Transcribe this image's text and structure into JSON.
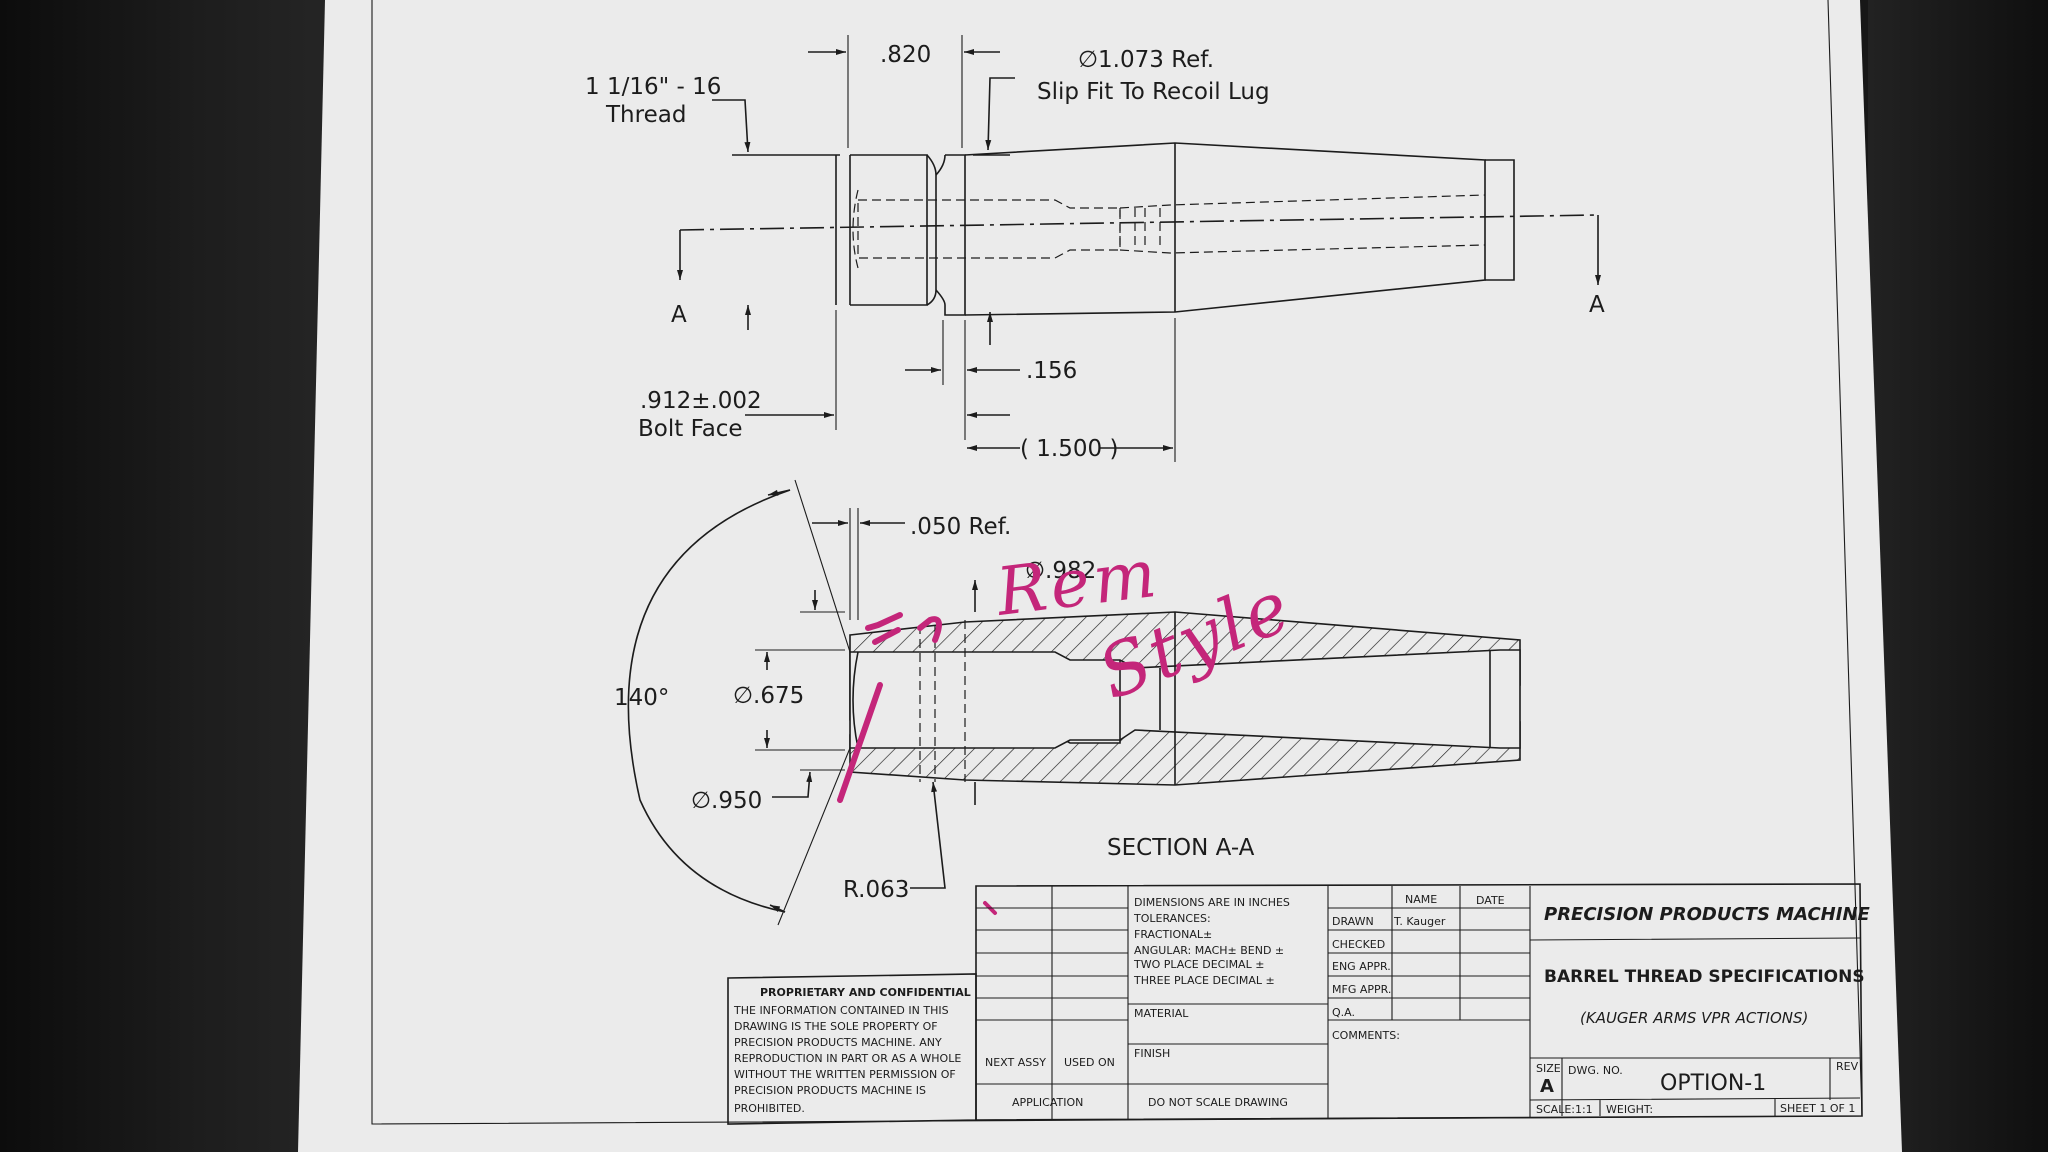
{
  "colors": {
    "paper": "#ebebeb",
    "ink": "#1c1c1c",
    "marker": "#c4267a"
  },
  "view_top": {
    "thread_label_1": "1 1/16\" - 16",
    "thread_label_2": "Thread",
    "dim_820": ".820",
    "slip_1": "∅1.073 Ref.",
    "slip_2": "Slip Fit To Recoil Lug",
    "section_mark_left": "A",
    "section_mark_right": "A",
    "dim_156": ".156",
    "bolt_face_1": ".912±.002",
    "bolt_face_2": "Bolt Face",
    "dim_1500": "( 1.500 )"
  },
  "view_section": {
    "dim_050": ".050 Ref.",
    "dim_982": "∅.982",
    "angle": "140°",
    "dim_675": "∅.675",
    "dim_950": "∅.950",
    "radius": "R.063",
    "title": "SECTION A-A"
  },
  "handwriting": {
    "text_1": "Rem",
    "text_2": "Style"
  },
  "title_block": {
    "company": "PRECISION PRODUCTS MACHINE",
    "title": "BARREL THREAD SPECIFICATIONS",
    "subtitle": "(KAUGER ARMS VPR ACTIONS)",
    "dims_note": "DIMENSIONS ARE IN INCHES",
    "tolerances": "TOLERANCES:",
    "fractional": "FRACTIONAL±",
    "angular": "ANGULAR: MACH±    BEND ±",
    "two_place": "TWO PLACE DECIMAL    ±",
    "three_place": "THREE PLACE DECIMAL  ±",
    "material": "MATERIAL",
    "finish": "FINISH",
    "do_not_scale": "DO NOT SCALE DRAWING",
    "next_assy": "NEXT ASSY",
    "used_on": "USED ON",
    "application": "APPLICATION",
    "col_name": "NAME",
    "col_date": "DATE",
    "row_drawn": "DRAWN",
    "drawn_name": "T. Kauger",
    "row_checked": "CHECKED",
    "row_eng": "ENG APPR.",
    "row_mfg": "MFG APPR.",
    "row_qa": "Q.A.",
    "comments": "COMMENTS:",
    "size_label": "SIZE",
    "size": "A",
    "dwg_no_label": "DWG.  NO.",
    "dwg_no": "OPTION-1",
    "rev_label": "REV",
    "scale": "SCALE:1:1",
    "weight": "WEIGHT:",
    "sheet": "SHEET 1 OF 1"
  },
  "proprietary": {
    "heading": "PROPRIETARY AND CONFIDENTIAL",
    "lines": [
      "THE INFORMATION CONTAINED IN THIS",
      "DRAWING IS THE SOLE PROPERTY OF",
      "PRECISION PRODUCTS MACHINE.  ANY",
      "REPRODUCTION IN PART OR AS A WHOLE",
      "WITHOUT THE WRITTEN PERMISSION OF",
      "PRECISION PRODUCTS MACHINE IS",
      "PROHIBITED."
    ]
  }
}
